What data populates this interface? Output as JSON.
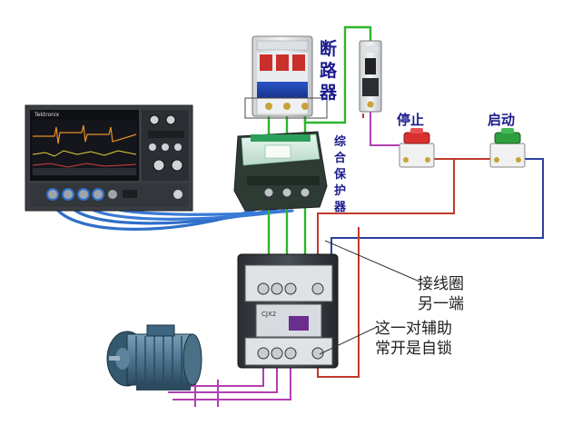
{
  "labels": {
    "breaker": [
      "断",
      "路",
      "器"
    ],
    "stop": "停止",
    "start": "启动",
    "protector": [
      "综",
      "合",
      "保",
      "护",
      "器"
    ],
    "coil_note": [
      "接线圈",
      "另一端"
    ],
    "aux_note": [
      "这一对辅助",
      "常开是自锁"
    ]
  },
  "device_text": {
    "scope_brand": "Tektronix",
    "contactor_model": "CJX2"
  },
  "wire_colors": {
    "phase_green": "#2db52d",
    "control_red": "#c0392b",
    "control_blue": "#2c3e9e",
    "motor_purple": "#b03fb0",
    "probe_blue": "#2f6fc9"
  }
}
